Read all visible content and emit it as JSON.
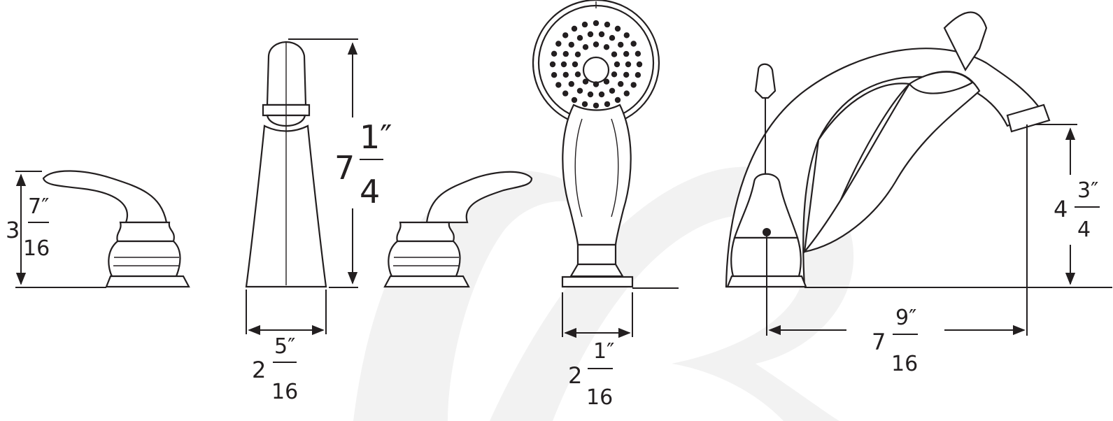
{
  "colors": {
    "ink": "#231f20",
    "watermark": "#f2f2f2",
    "background": "#ffffff"
  },
  "dimensions": {
    "handle_height": {
      "whole": "3",
      "numerator": "7″",
      "denominator": "16"
    },
    "spout_height": {
      "whole": "7",
      "numerator": "1″",
      "denominator": "4"
    },
    "spout_base_width": {
      "whole": "2",
      "numerator": "5″",
      "denominator": "16"
    },
    "handshower_base_width": {
      "whole": "2",
      "numerator": "1″",
      "denominator": "16"
    },
    "tub_spout_reach": {
      "whole": "7",
      "numerator": "9″",
      "denominator": "16"
    },
    "tub_spout_height": {
      "whole": "4",
      "numerator": "3″",
      "denominator": "4"
    }
  }
}
